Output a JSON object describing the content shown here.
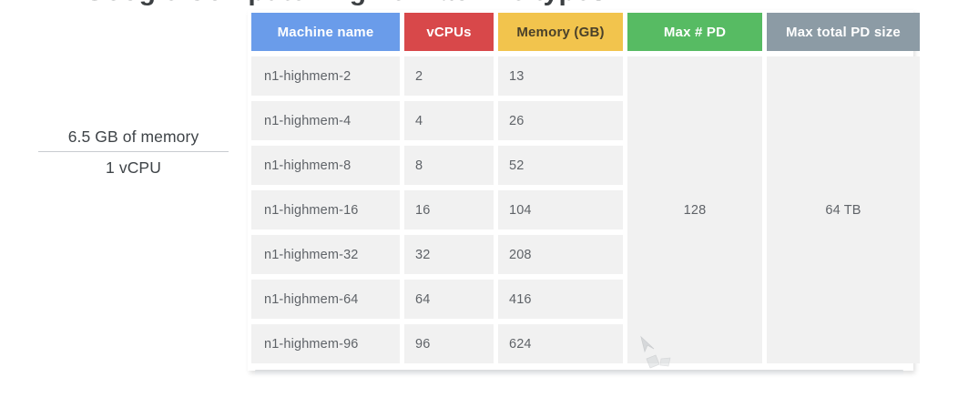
{
  "slide": {
    "title_fragment": "Google Compute Engine machine types",
    "annotation": {
      "numerator": "6.5 GB of memory",
      "denominator": "1 vCPU"
    }
  },
  "table": {
    "columns": [
      {
        "label": "Machine name",
        "color": "#6a9cea",
        "text_color": "#ffffff"
      },
      {
        "label": "vCPUs",
        "color": "#d8484a",
        "text_color": "#ffffff"
      },
      {
        "label": "Memory (GB)",
        "color": "#f2c44d",
        "text_color": "#4a412a"
      },
      {
        "label": "Max # PD",
        "color": "#57bb63",
        "text_color": "#ffffff"
      },
      {
        "label": "Max total PD size",
        "color": "#8c9ba5",
        "text_color": "#ffffff"
      }
    ],
    "rows": [
      {
        "machine_name": "n1-highmem-2",
        "vcpus": "2",
        "memory_gb": "13"
      },
      {
        "machine_name": "n1-highmem-4",
        "vcpus": "4",
        "memory_gb": "26"
      },
      {
        "machine_name": "n1-highmem-8",
        "vcpus": "8",
        "memory_gb": "52"
      },
      {
        "machine_name": "n1-highmem-16",
        "vcpus": "16",
        "memory_gb": "104"
      },
      {
        "machine_name": "n1-highmem-32",
        "vcpus": "32",
        "memory_gb": "208"
      },
      {
        "machine_name": "n1-highmem-64",
        "vcpus": "64",
        "memory_gb": "416"
      },
      {
        "machine_name": "n1-highmem-96",
        "vcpus": "96",
        "memory_gb": "624"
      }
    ],
    "merged": {
      "max_pd": "128",
      "max_total_pd_size": "64 TB"
    }
  }
}
